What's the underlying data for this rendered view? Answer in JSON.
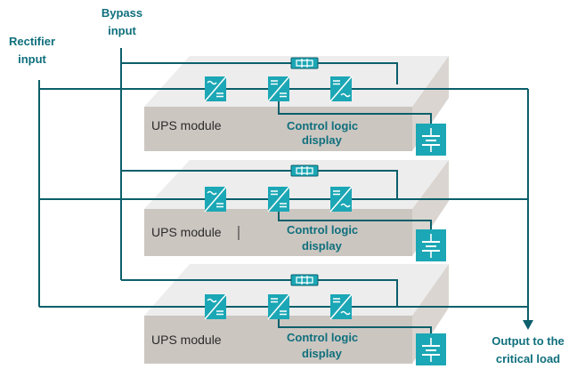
{
  "labels": {
    "bypass_input_line1": "Bypass",
    "bypass_input_line2": "input",
    "rectifier_input_line1": "Rectifier",
    "rectifier_input_line2": "input",
    "output_line1": "Output to the",
    "output_line2": "critical load"
  },
  "modules": [
    {
      "name": "UPS module",
      "control_line1": "Control logic",
      "control_line2": "display"
    },
    {
      "name": "UPS module",
      "control_line1": "Control logic",
      "control_line2": "display"
    },
    {
      "name": "UPS module",
      "control_line1": "Control logic",
      "control_line2": "display"
    }
  ],
  "colors": {
    "wire": "#0b5f6b",
    "teal": "#1ba7b5",
    "teal_dark": "#0f6f7c",
    "slab_top": "#ededed",
    "slab_front": "#ccc6c1",
    "slab_side": "#dad5d0"
  },
  "icons": [
    "rectifier-icon",
    "inverter-icon",
    "dc-dc-converter-icon",
    "static-switch-icon",
    "battery-icon"
  ]
}
